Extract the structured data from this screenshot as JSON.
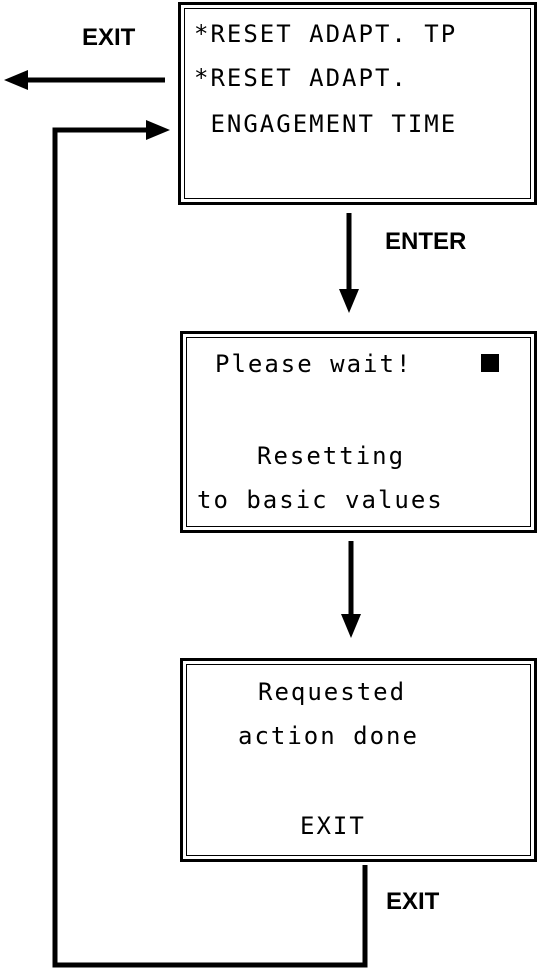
{
  "menu_screen": {
    "line1": "*RESET ADAPT. TP",
    "line2": "*RESET ADAPT.",
    "line3": " ENGAGEMENT TIME"
  },
  "wait_screen": {
    "line1": "Please wait!",
    "line2": "Resetting",
    "line3": "to basic values",
    "indicator_icon": "busy-square-icon"
  },
  "done_screen": {
    "line1": "Requested",
    "line2": "action done",
    "line3": "EXIT"
  },
  "labels": {
    "exit_top": "EXIT",
    "enter": "ENTER",
    "exit_bottom": "EXIT"
  }
}
